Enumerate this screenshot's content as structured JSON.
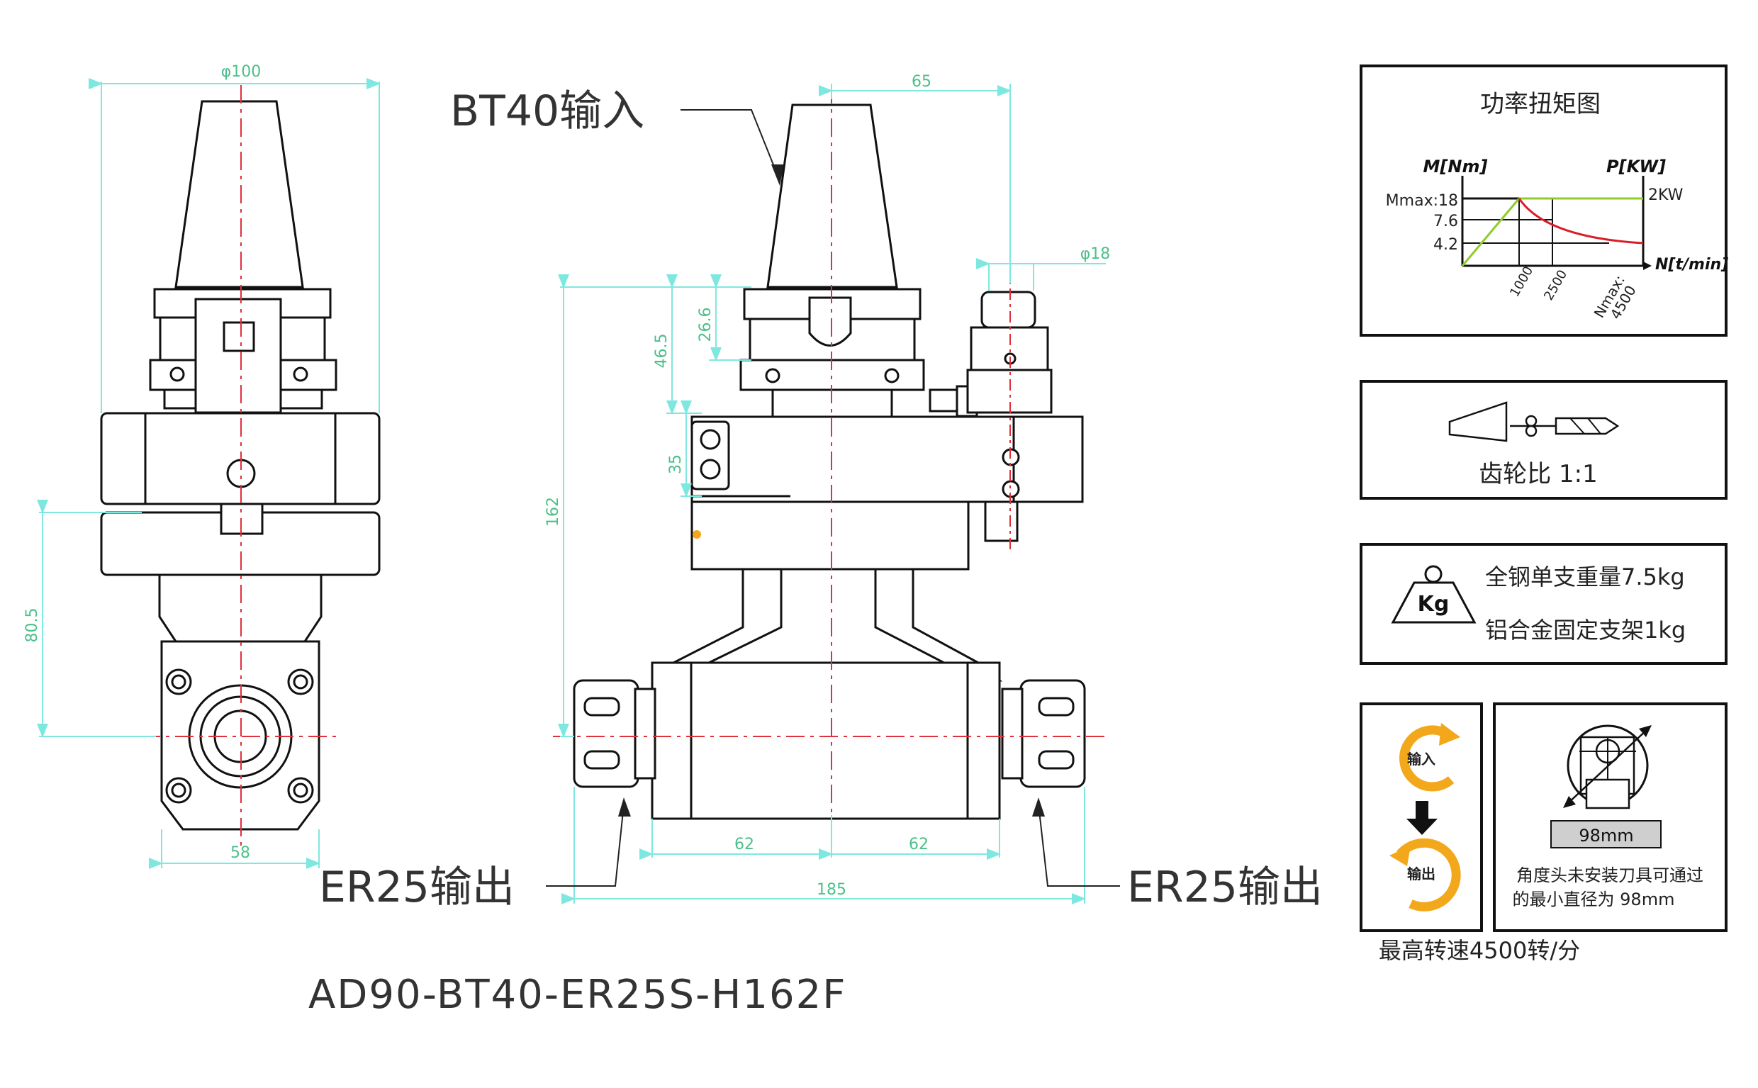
{
  "dims": {
    "phi100": "φ100",
    "d65": "65",
    "phi18": "φ18",
    "d26_6": "26.6",
    "d46_5": "46.5",
    "d35": "35",
    "d162": "162",
    "d80_5": "80.5",
    "d58": "58",
    "d62_left": "62",
    "d62_right": "62",
    "d185": "185"
  },
  "callouts": {
    "input": "BT40输入",
    "output_left": "ER25输出",
    "output_right": "ER25输出"
  },
  "model": "AD90-BT40-ER25S-H162F",
  "panels": {
    "power": {
      "title": "功率扭矩图",
      "m_axis": "M[Nm]",
      "p_axis": "P[KW]",
      "n_axis": "N[t/min]",
      "y_ticks": [
        "Mmax:18",
        "7.6",
        "4.2"
      ],
      "right_label": "2KW",
      "x_ticks": [
        "1000",
        "2500",
        "Nmax:",
        "4500"
      ]
    },
    "gear": {
      "label": "齿轮比 1:1"
    },
    "weight": {
      "icon_text": "Kg",
      "line1": "全钢单支重量7.5kg",
      "line2": "铝合金固定支架1kg"
    },
    "rotation": {
      "in_label": "输入",
      "out_label": "输出",
      "caption": "最高转速4500转/分"
    },
    "clearance": {
      "value": "98mm",
      "line1": "角度头未安装刀具可通过",
      "line2": "的最小直径为 98mm"
    }
  },
  "colors": {
    "dimension": "#7ee8e0",
    "dimension_text": "#4cc08a",
    "centerline": "#e0303a",
    "torque_curve": "#d81e28",
    "power_line": "#8fcc2a",
    "arrow_orange": "#f2a81a",
    "outline": "#111111"
  }
}
